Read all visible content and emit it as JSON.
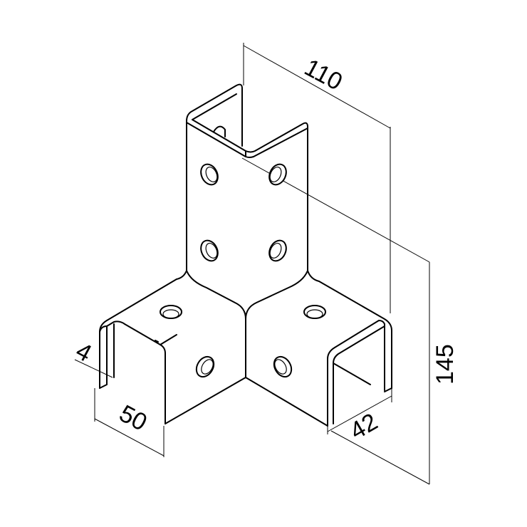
{
  "drawing": {
    "dimensions": {
      "length_top": "110",
      "height": "145",
      "thickness": "4",
      "width_left": "50",
      "width_right": "42"
    }
  }
}
